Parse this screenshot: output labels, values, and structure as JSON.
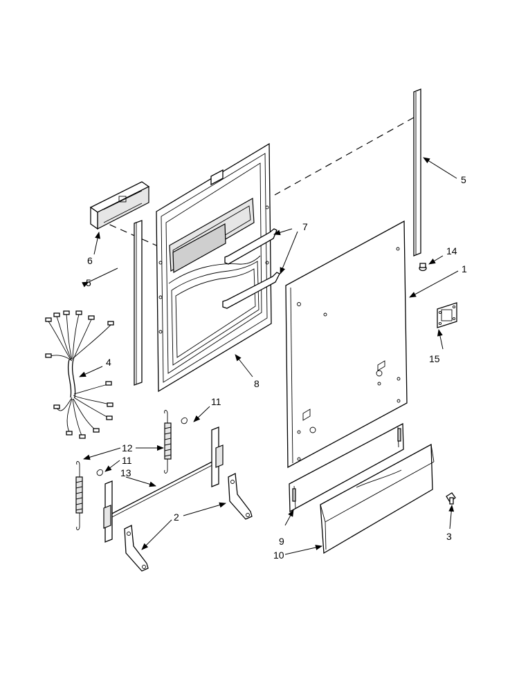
{
  "callouts": {
    "c1": "1",
    "c2": "2",
    "c3": "3",
    "c4": "4",
    "c5a": "5",
    "c5b": "5",
    "c6": "6",
    "c7": "7",
    "c8": "8",
    "c9": "9",
    "c10": "10",
    "c11a": "11",
    "c11b": "11",
    "c12": "12",
    "c13": "13",
    "c14": "14",
    "c15": "15"
  }
}
